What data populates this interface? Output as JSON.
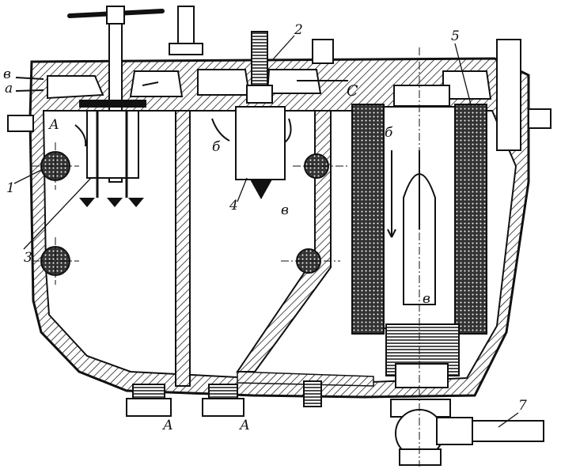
{
  "figure": {
    "callouts": {
      "n1": "1",
      "n2": "2",
      "n3": "3",
      "n4": "4",
      "n5": "5",
      "n7": "7",
      "a_top": "а",
      "v_top": "в",
      "A_left": "А",
      "b_mid": "б",
      "v_mid": "в",
      "C": "С",
      "b_filter": "б",
      "v_low": "в",
      "A_bottom_1": "А",
      "A_bottom_2": "А"
    },
    "colors": {
      "ink": "#111111",
      "paper": "#ffffff",
      "hatch": "#222222"
    }
  }
}
